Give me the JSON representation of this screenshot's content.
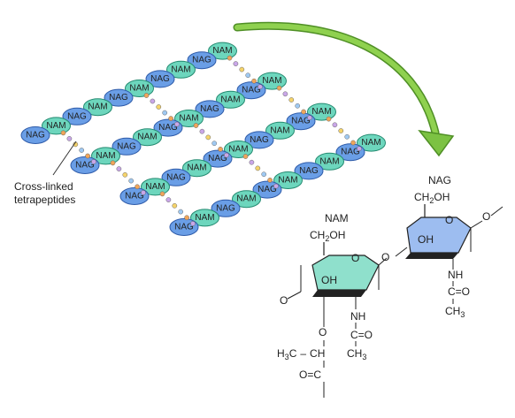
{
  "labels": {
    "nag": "NAG",
    "nam": "NAM",
    "callout": [
      "Cross-linked",
      "tetrapeptides"
    ],
    "nam_title": "NAM",
    "nag_title": "NAG",
    "ch2oh": "CH",
    "ch2oh_sub": "2",
    "ch2oh_tail": "OH",
    "oh": "OH",
    "o": "O",
    "nh": "NH",
    "c_eq_o": "C=O",
    "ch3": "CH",
    "ch3_sub": "3",
    "h3c": "H",
    "h3c_sub": "3",
    "h3c_tail": "C",
    "ch": "CH",
    "o_eq_c": "O=C"
  },
  "colors": {
    "nag_fill": "#6a9ee6",
    "nag_stroke": "#2d5aa8",
    "nam_fill": "#6dd6bd",
    "nam_stroke": "#238a70",
    "arrow": "#7cc243",
    "nam_ring": "#8fe0cc",
    "nag_ring": "#9dbdf0",
    "peptide": [
      "#f0a55a",
      "#c9a6e8",
      "#f5d36a",
      "#9fc9f2"
    ]
  }
}
